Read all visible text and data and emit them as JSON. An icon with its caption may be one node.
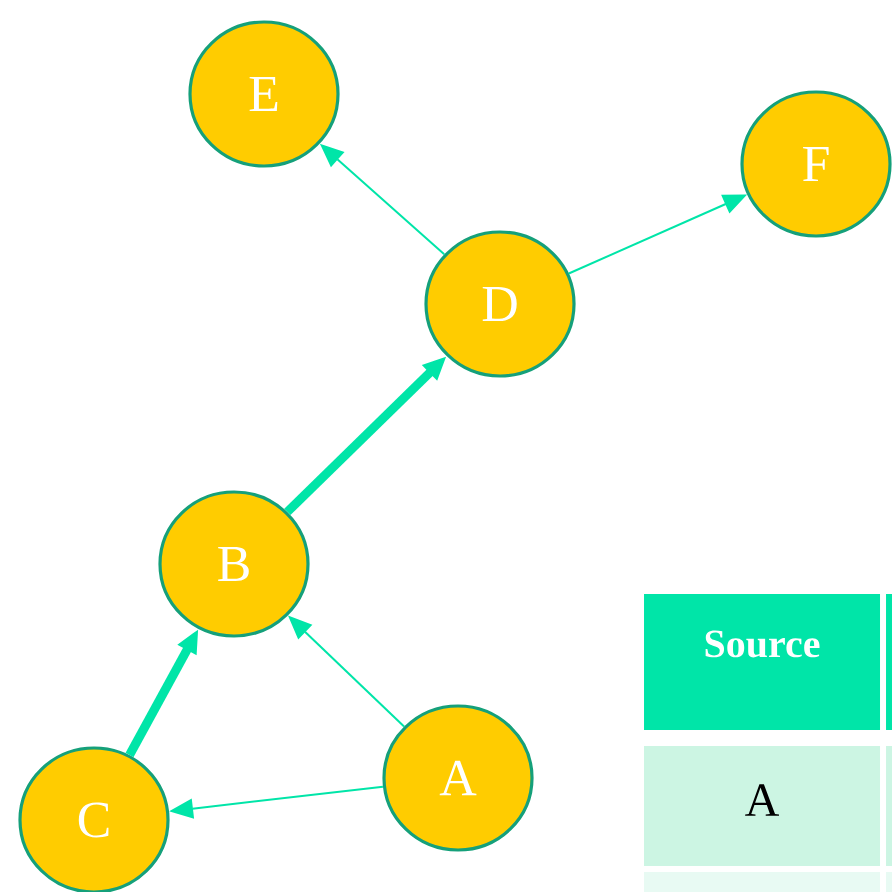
{
  "diagram": {
    "nodes": [
      {
        "text": [
          "E"
        ]
      },
      {
        "text": [
          "F"
        ]
      },
      {
        "text": [
          "D"
        ]
      },
      {
        "text": [
          "B"
        ]
      },
      {
        "text": [
          "A"
        ]
      },
      {
        "text": [
          "C"
        ]
      }
    ],
    "edges": [
      {
        "from": 2,
        "to": 0,
        "arrow": "to"
      },
      {
        "from": 2,
        "to": 1,
        "arrow": "to"
      },
      {
        "from": 3,
        "to": 2,
        "arrow": "to",
        "style": "thick"
      },
      {
        "from": 4,
        "to": 3,
        "arrow": "to"
      },
      {
        "from": 4,
        "to": 5,
        "arrow": "to"
      },
      {
        "from": 5,
        "to": 3,
        "arrow": "to",
        "style": "thick"
      }
    ],
    "labels": [
      "Source",
      "A"
    ]
  }
}
